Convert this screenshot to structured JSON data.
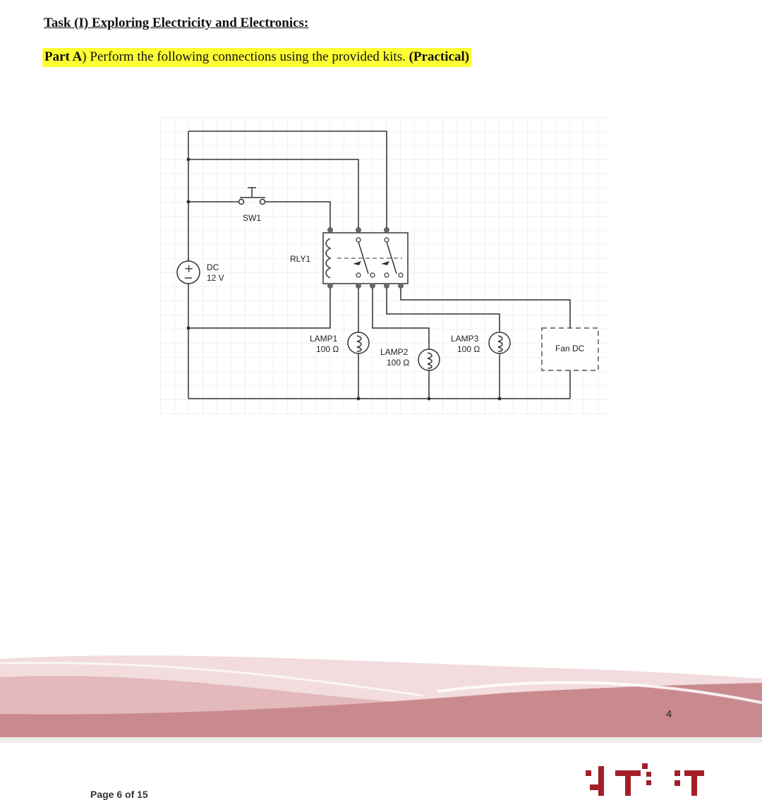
{
  "heading": "Task (I) Exploring Electricity and Electronics:",
  "part": {
    "label": "Part A",
    "text": ") Perform the following connections using the provided kits. ",
    "tag": "(Practical)"
  },
  "diagram": {
    "source": {
      "name": "DC",
      "voltage": "12 V"
    },
    "switch": "SW1",
    "relay": "RLY1",
    "lamp1": {
      "name": "LAMP1",
      "value": "100 Ω"
    },
    "lamp2": {
      "name": "LAMP2",
      "value": "100 Ω"
    },
    "lamp3": {
      "name": "LAMP3",
      "value": "100 Ω"
    },
    "fan": "Fan DC"
  },
  "footer": {
    "page_number": "4",
    "page_of": "Page 6 of 15"
  },
  "colors": {
    "highlight": "#ffff33",
    "wave": "#c98a8e",
    "logo": "#a31e28"
  }
}
